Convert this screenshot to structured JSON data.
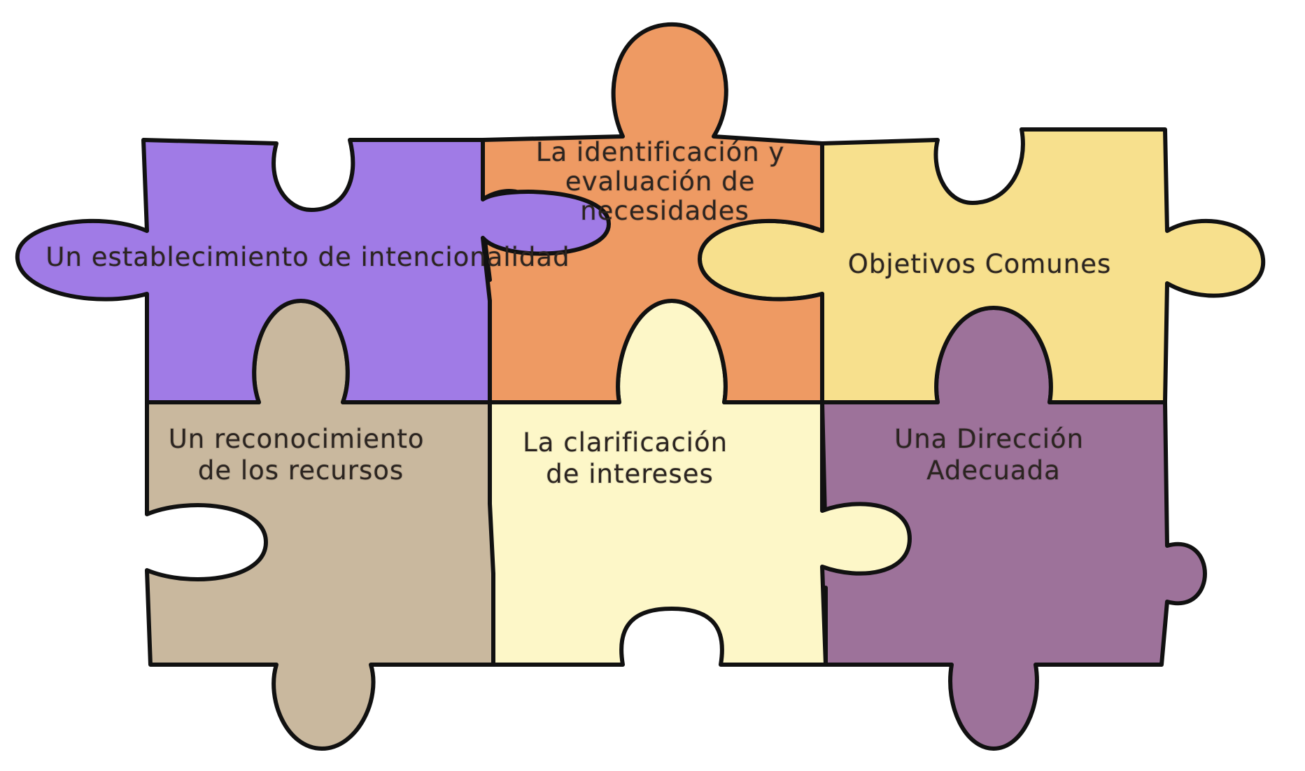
{
  "pieces": {
    "purple": {
      "lines": [
        "Un establecimiento de intencionalidad"
      ],
      "color": "#a07be6"
    },
    "orange": {
      "lines": [
        "La identificación y",
        "evaluación de",
        "necesidades"
      ],
      "color": "#ee9a63"
    },
    "yellow": {
      "lines": [
        "Objetivos Comunes"
      ],
      "color": "#f7e08d"
    },
    "tan": {
      "lines": [
        "Un reconocimiento",
        "de los recursos"
      ],
      "color": "#c9b89e"
    },
    "cream": {
      "lines": [
        "La clarificación",
        "de intereses"
      ],
      "color": "#fdf7c8"
    },
    "plum": {
      "lines": [
        "Una Dirección",
        "Adecuada"
      ],
      "color": "#9d729a"
    }
  },
  "outline_color": "#111111"
}
